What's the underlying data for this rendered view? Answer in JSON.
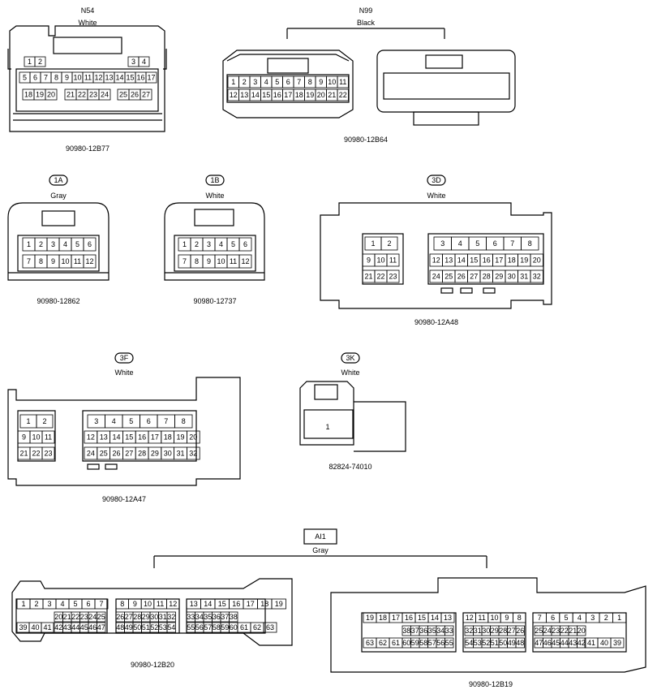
{
  "connectors": [
    {
      "id": "n54",
      "code": "N54",
      "color": "White",
      "part": "90980-12B77",
      "rows": [
        [
          "1",
          "2",
          "",
          "",
          "",
          "",
          "",
          "",
          "",
          "",
          "",
          "",
          "",
          "",
          "3",
          "4"
        ],
        [
          "5",
          "6",
          "7",
          "8",
          "9",
          "10",
          "11",
          "12",
          "13",
          "14",
          "15",
          "16",
          "17"
        ],
        [
          "18",
          "19",
          "20",
          "",
          "21",
          "22",
          "23",
          "24",
          "",
          "25",
          "26",
          "27"
        ]
      ]
    },
    {
      "id": "n99",
      "code": "N99",
      "color": "Black",
      "part": "90980-12B64",
      "rows": [
        [
          "1",
          "2",
          "3",
          "4",
          "5",
          "6",
          "7",
          "8",
          "9",
          "10",
          "11"
        ],
        [
          "12",
          "13",
          "14",
          "15",
          "16",
          "17",
          "18",
          "19",
          "20",
          "21",
          "22"
        ]
      ]
    },
    {
      "id": "1a",
      "code": "1A",
      "color": "Gray",
      "part": "90980-12862",
      "rows": [
        [
          "1",
          "2",
          "3",
          "4",
          "5",
          "6"
        ],
        [
          "7",
          "8",
          "9",
          "10",
          "11",
          "12"
        ]
      ]
    },
    {
      "id": "1b",
      "code": "1B",
      "color": "White",
      "part": "90980-12737",
      "rows": [
        [
          "1",
          "2",
          "3",
          "4",
          "5",
          "6"
        ],
        [
          "7",
          "8",
          "9",
          "10",
          "11",
          "12"
        ]
      ]
    },
    {
      "id": "3d",
      "code": "3D",
      "color": "White",
      "part": "90980-12A48",
      "rows": [
        [
          "1",
          "2",
          "3",
          "4",
          "5",
          "6",
          "7",
          "8"
        ],
        [
          "9",
          "10",
          "11",
          "12",
          "13",
          "14",
          "15",
          "16",
          "17",
          "18",
          "19",
          "20"
        ],
        [
          "21",
          "22",
          "23",
          "24",
          "25",
          "26",
          "27",
          "28",
          "29",
          "30",
          "31",
          "32"
        ]
      ]
    },
    {
      "id": "3f",
      "code": "3F",
      "color": "White",
      "part": "90980-12A47",
      "rows": [
        [
          "1",
          "2",
          "3",
          "4",
          "5",
          "6",
          "7",
          "8"
        ],
        [
          "9",
          "10",
          "11",
          "12",
          "13",
          "14",
          "15",
          "16",
          "17",
          "18",
          "19",
          "20"
        ],
        [
          "21",
          "22",
          "23",
          "24",
          "25",
          "26",
          "27",
          "28",
          "29",
          "30",
          "31",
          "32"
        ]
      ]
    },
    {
      "id": "3k",
      "code": "3K",
      "color": "White",
      "part": "82824-74010",
      "rows": [
        [
          "1"
        ]
      ]
    },
    {
      "id": "ai1",
      "code": "AI1",
      "color": "Gray",
      "parts": [
        "90980-12B20",
        "90980-12B19"
      ],
      "b20_rows": [
        [
          "1",
          "2",
          "3",
          "4",
          "5",
          "6",
          "7",
          "8",
          "9",
          "10",
          "11",
          "12",
          "13",
          "14",
          "15",
          "16",
          "17",
          "18",
          "19"
        ],
        [
          "20",
          "21",
          "22",
          "23",
          "24",
          "25",
          "26",
          "27",
          "28",
          "29",
          "30",
          "31",
          "32",
          "33",
          "34",
          "35",
          "36",
          "37",
          "38"
        ],
        [
          "39",
          "40",
          "41",
          "42",
          "43",
          "44",
          "45",
          "46",
          "47",
          "48",
          "49",
          "50",
          "51",
          "52",
          "53",
          "54",
          "55",
          "56",
          "57",
          "58",
          "59",
          "60",
          "61",
          "62",
          "63"
        ]
      ],
      "b19_rows": [
        [
          "19",
          "18",
          "17",
          "16",
          "15",
          "14",
          "13",
          "12",
          "11",
          "10",
          "9",
          "8",
          "7",
          "6",
          "5",
          "4",
          "3",
          "2",
          "1"
        ],
        [
          "38",
          "37",
          "36",
          "35",
          "34",
          "33",
          "32",
          "31",
          "30",
          "29",
          "28",
          "27",
          "26",
          "25",
          "24",
          "23",
          "22",
          "21",
          "20"
        ],
        [
          "63",
          "62",
          "61",
          "60",
          "59",
          "58",
          "57",
          "56",
          "55",
          "54",
          "53",
          "52",
          "51",
          "50",
          "49",
          "48",
          "47",
          "46",
          "45",
          "44",
          "43",
          "42",
          "41",
          "40",
          "39"
        ]
      ]
    }
  ]
}
